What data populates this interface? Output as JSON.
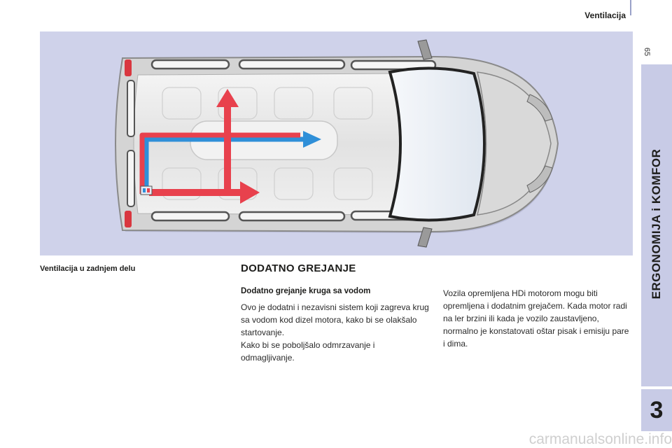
{
  "header": {
    "section_title": "Ventilacija",
    "page_number": "65"
  },
  "sidebar": {
    "chapter_title": "ERGONOMIJA i KOMFOR",
    "chapter_number": "3"
  },
  "figure": {
    "caption": "Ventilacija u zadnjem delu"
  },
  "section": {
    "title": "DODATNO GREJANJE",
    "subheading": "Dodatno grejanje kruga sa vodom",
    "paragraphs": [
      "Ovo je dodatni i nezavisni sistem koji zagreva krug sa vodom kod dizel motora, kako bi se olakšalo startovanje.",
      "Kako bi se poboljšalo odmrzavanje i odmagljivanje.",
      "Vozila opremljena HDi motorom mogu biti opremljena i dodatnim grejačem. Kada motor radi na ler brzini ili kada je vozilo zaustavljeno, normalno je konstatovati oštar pisak i emisiju pare i dima."
    ]
  },
  "watermark": "carmanualsonline.info",
  "colors": {
    "sidebar": "#c8cbe6",
    "figure_bg": "#cfd2ea",
    "hot_air": "#e8414d",
    "cold_air": "#2f8fd8"
  }
}
